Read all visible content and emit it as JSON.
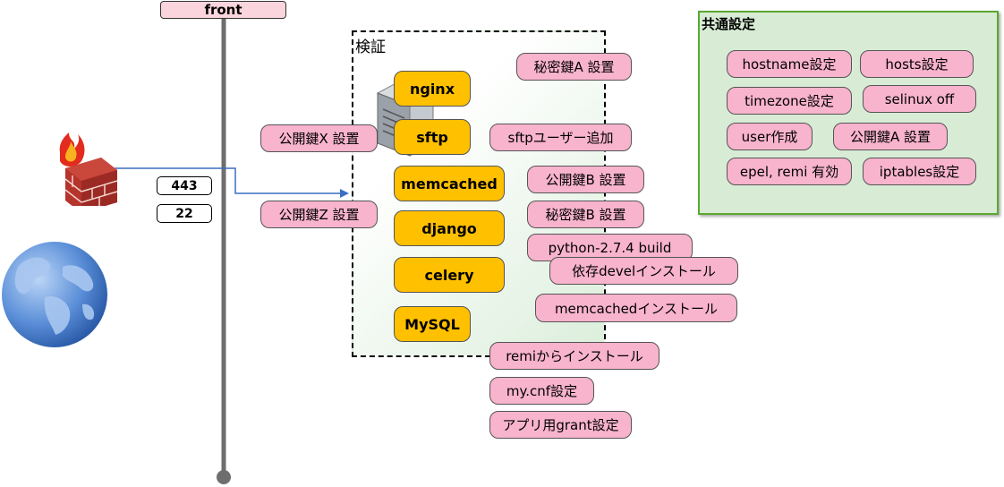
{
  "network": {
    "label": "front"
  },
  "ports": [
    "443",
    "22"
  ],
  "verify": {
    "title": "検証",
    "services": [
      "nginx",
      "sftp",
      "memcached",
      "django",
      "celery",
      "MySQL"
    ]
  },
  "tasks": {
    "secret_key_a": "秘密鍵A 設置",
    "public_key_x": "公開鍵X 設置",
    "sftp_user_add": "sftpユーザー追加",
    "public_key_b": "公開鍵B 設置",
    "secret_key_b": "秘密鍵B 設置",
    "public_key_z": "公開鍵Z 設置",
    "python_build": "python-2.7.4 build",
    "devel_install": "依存develインストール",
    "memcached_install": "memcachedインストール",
    "remi_install": "remiからインストール",
    "mycnf": "my.cnf設定",
    "app_grant": "アプリ用grant設定"
  },
  "common": {
    "title": "共通設定",
    "items": [
      "hostname設定",
      "hosts設定",
      "timezone設定",
      "selinux off",
      "user作成",
      "公開鍵A 設置",
      "epel, remi 有効",
      "iptables設定"
    ]
  }
}
